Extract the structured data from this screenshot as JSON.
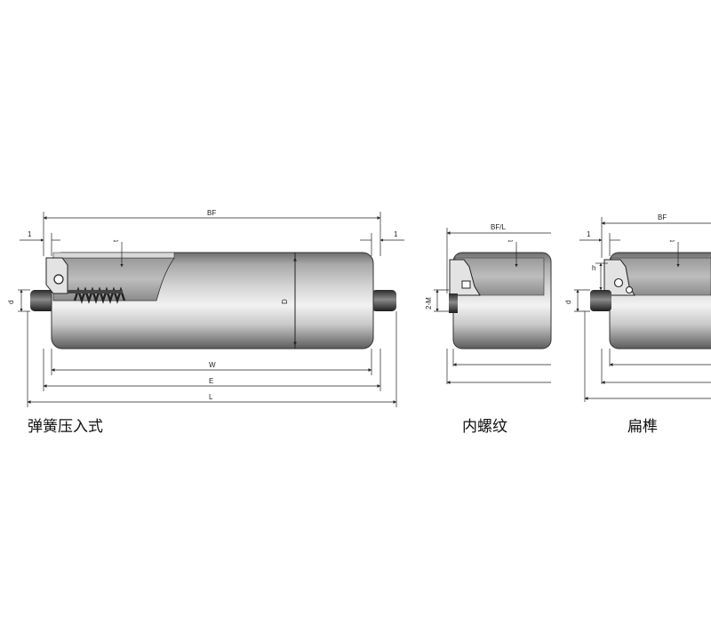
{
  "captions": {
    "spring": "弹簧压入式",
    "thread": "内螺纹",
    "flat": "扁榫"
  },
  "spring_roller_dims": {
    "bf": "BF",
    "gap_left": "1",
    "gap_right": "1",
    "t": "t",
    "d": "d",
    "D": "D",
    "W": "W",
    "E": "E",
    "L": "L"
  },
  "thread_roller_dims": {
    "bf": "BF/L",
    "t": "t",
    "m": "2-M"
  },
  "flat_roller_dims": {
    "bf": "BF",
    "gap_left": "1",
    "t": "t",
    "h": "h",
    "d": "d"
  }
}
